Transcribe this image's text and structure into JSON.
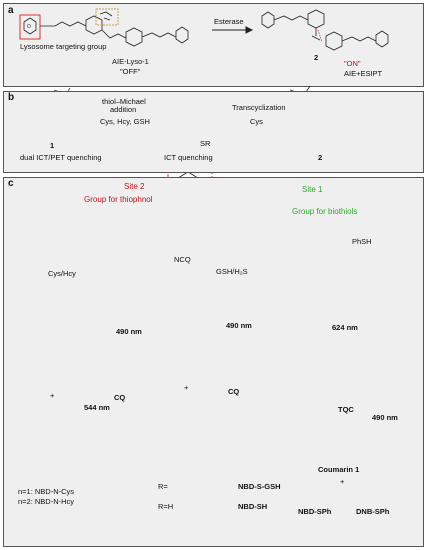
{
  "panel_a": {
    "label": "a",
    "left_caption": "Lysosome targeting group",
    "probe_name": "AIE-Lyso-1",
    "probe_state": "\"OFF\"",
    "arrow_label": "Esterase",
    "product_number": "2",
    "product_state": "\"ON\"",
    "product_effect": "AIE+ESIPT"
  },
  "panel_b": {
    "label": "b",
    "compound_number": "1",
    "quench_label_1": "dual ICT/PET quenching",
    "step1_line1": "thiol–Michael",
    "step1_line2": "addition",
    "step1_reagents": "Cys, Hcy, GSH",
    "quench_label_2": "ICT quenching",
    "substituent": "SR",
    "step2_label": "Transcyclization",
    "step2_reagent": "Cys",
    "product_number": "2"
  },
  "panel_c": {
    "label": "c",
    "site2": "Site 2",
    "site2_group": "Group for thiophnol",
    "site1": "Site 1",
    "site1_group": "Group for biothiols",
    "branch_left": "Cys/Hcy",
    "branch_mid_top": "NCQ",
    "branch_mid": "GSH/H₂S",
    "branch_right": "PhSH",
    "wl_left": "490 nm",
    "wl_left_green": "544 nm",
    "wl_mid": "490 nm",
    "wl_right_top": "624 nm",
    "wl_right": "490 nm",
    "cq_left": "CQ",
    "cq_mid": "CQ",
    "tqc": "TQC",
    "coumarin": "Coumarin 1",
    "n1": "n=1: NBD-N-Cys",
    "n2": "n=2: NBD-N-Hcy",
    "r_eq_1": "R=",
    "r_eq_2": "R=H",
    "nbd_s_gsh": "NBD-S-GSH",
    "nbd_sh": "NBD-SH",
    "nbd_sph": "NBD-SPh",
    "dnb_sph": "DNB-SPh",
    "plus": "+",
    "stars": {
      "left": [
        "#1565e0",
        "#22cc22",
        "#b0b0b0"
      ],
      "mid": [
        "#1565e0",
        "#b0b0b0",
        "#b0b0b0"
      ],
      "right": [
        "#1565e0",
        "#b0b0b0",
        "#e8321a"
      ]
    }
  }
}
